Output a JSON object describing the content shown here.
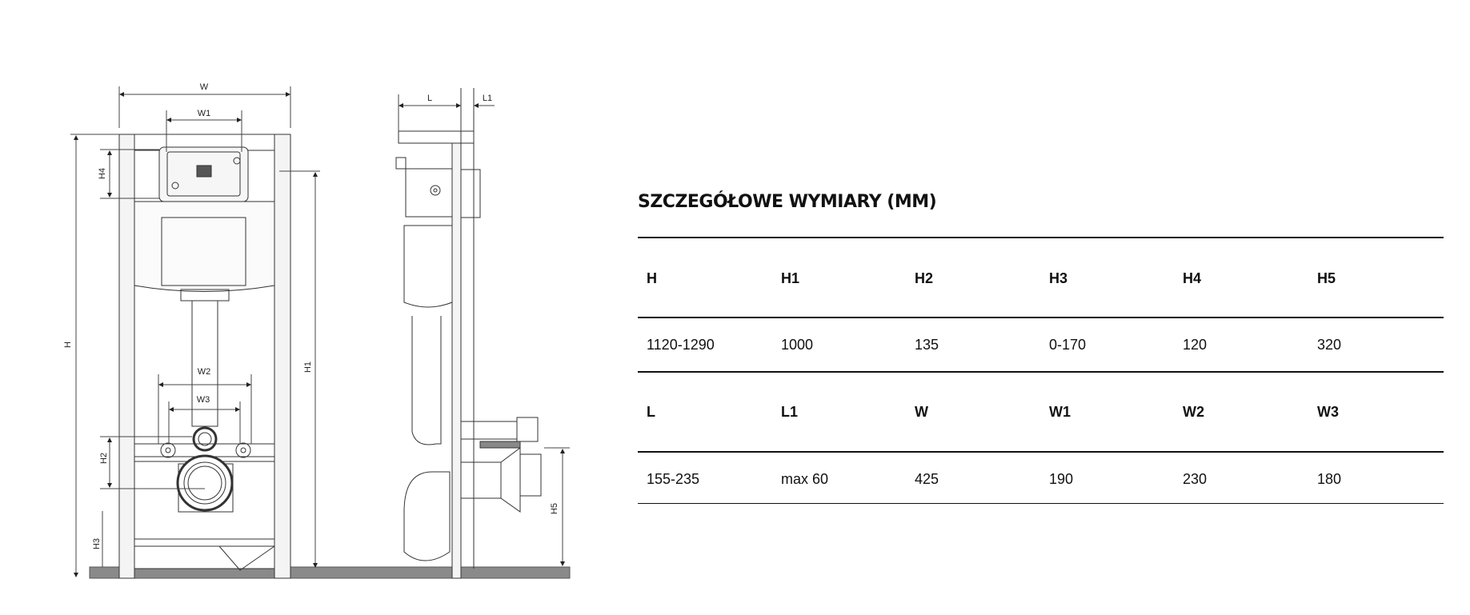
{
  "drawing": {
    "labels": {
      "W": "W",
      "W1": "W1",
      "W2": "W2",
      "W3": "W3",
      "H": "H",
      "H1": "H1",
      "H2": "H2",
      "H3": "H3",
      "H4": "H4",
      "H5": "H5",
      "L": "L",
      "L1": "L1"
    }
  },
  "table": {
    "title": "SZCZEGÓŁOWE WYMIARY (MM)",
    "rows": [
      {
        "headers": [
          "H",
          "H1",
          "H2",
          "H3",
          "H4",
          "H5"
        ],
        "values": [
          "1120-1290",
          "1000",
          "135",
          "0-170",
          "120",
          "320"
        ]
      },
      {
        "headers": [
          "L",
          "L1",
          "W",
          "W1",
          "W2",
          "W3"
        ],
        "values": [
          "155-235",
          "max 60",
          "425",
          "190",
          "230",
          "180"
        ]
      }
    ]
  }
}
